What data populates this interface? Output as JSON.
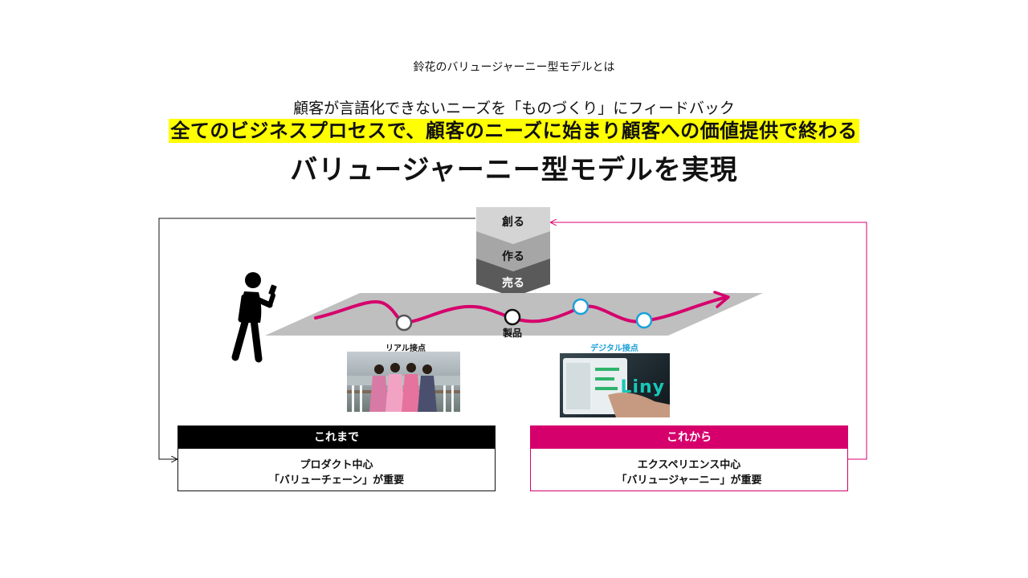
{
  "header": {
    "subtitle": "鈴花のバリュージャーニー型モデルとは",
    "lead": "顧客が言語化できないニーズを「ものづくり」にフィードバック",
    "highlight": "全てのビジネスプロセスで、顧客のニーズに始まり顧客への価値提供で終わる",
    "headline": "バリュージャーニー型モデルを実現"
  },
  "stages": [
    "創る",
    "作る",
    "売る"
  ],
  "journey": {
    "product_label": "製品",
    "real_touchpoint_label": "リアル接点",
    "digital_touchpoint_label": "デジタル接点",
    "digital_logo": "Liny"
  },
  "boxes": {
    "before": {
      "title": "これまで",
      "line1": "プロダクト中心",
      "line2": "「バリューチェーン」が重要"
    },
    "after": {
      "title": "これから",
      "line1": "エクスペリエンス中心",
      "line2": "「バリュージャーニー」が重要"
    }
  },
  "colors": {
    "accent": "#d6006c",
    "highlight": "#ffff00",
    "digital": "#1aa0d8",
    "stage1": "#d4d4d4",
    "stage2": "#a6a6a6",
    "stage3": "#5a5a5a"
  }
}
